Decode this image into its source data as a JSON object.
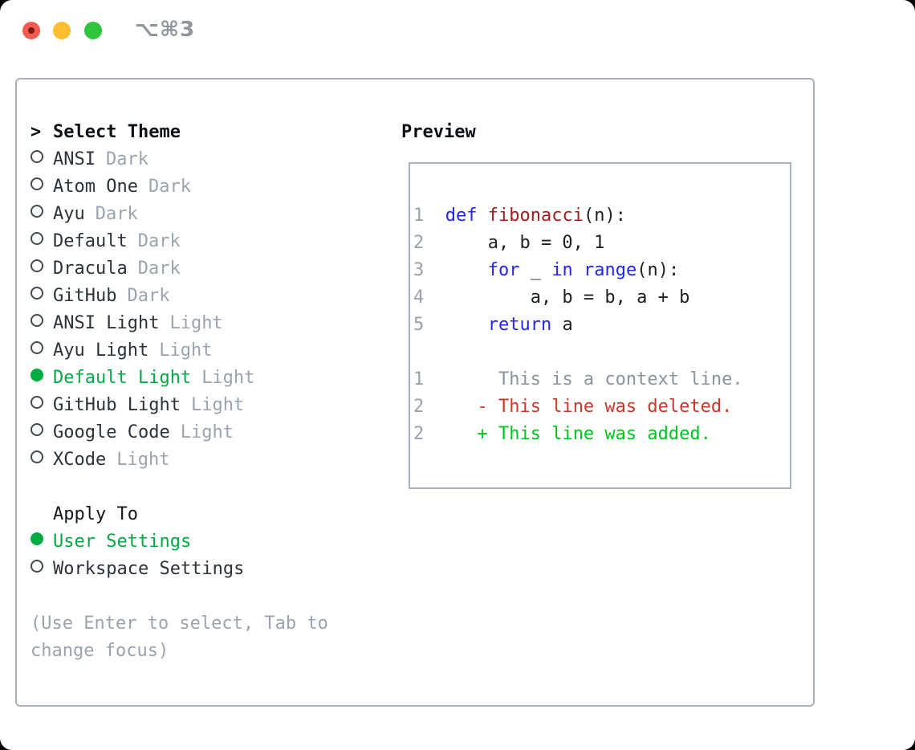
{
  "window": {
    "title": "⌥⌘3"
  },
  "theme_list": {
    "cursor": ">",
    "header": "Select Theme",
    "items": [
      {
        "name": "ANSI",
        "tag": "Dark",
        "selected": false
      },
      {
        "name": "Atom One",
        "tag": "Dark",
        "selected": false
      },
      {
        "name": "Ayu",
        "tag": "Dark",
        "selected": false
      },
      {
        "name": "Default",
        "tag": "Dark",
        "selected": false
      },
      {
        "name": "Dracula",
        "tag": "Dark",
        "selected": false
      },
      {
        "name": "GitHub",
        "tag": "Dark",
        "selected": false
      },
      {
        "name": "ANSI Light",
        "tag": "Light",
        "selected": false
      },
      {
        "name": "Ayu Light",
        "tag": "Light",
        "selected": false
      },
      {
        "name": "Default Light",
        "tag": "Light",
        "selected": true
      },
      {
        "name": "GitHub Light",
        "tag": "Light",
        "selected": false
      },
      {
        "name": "Google Code",
        "tag": "Light",
        "selected": false
      },
      {
        "name": "XCode",
        "tag": "Light",
        "selected": false
      }
    ]
  },
  "apply_to": {
    "header": "Apply To",
    "options": [
      {
        "label": "User Settings",
        "selected": true
      },
      {
        "label": "Workspace Settings",
        "selected": false
      }
    ]
  },
  "hint": "(Use Enter to select, Tab to change focus)",
  "preview": {
    "header": "Preview",
    "lines": [
      {
        "segments": [
          [
            "num",
            "1"
          ],
          [
            "plain",
            "  "
          ],
          [
            "kw",
            "def"
          ],
          [
            "plain",
            " "
          ],
          [
            "fn",
            "fibonacci"
          ],
          [
            "plain",
            "(n):"
          ]
        ]
      },
      {
        "segments": [
          [
            "num",
            "2"
          ],
          [
            "plain",
            "      a, b = 0, 1"
          ]
        ]
      },
      {
        "segments": [
          [
            "num",
            "3"
          ],
          [
            "plain",
            "      "
          ],
          [
            "kw",
            "for"
          ],
          [
            "plain",
            " _ "
          ],
          [
            "kw",
            "in"
          ],
          [
            "plain",
            " "
          ],
          [
            "kw",
            "range"
          ],
          [
            "plain",
            "(n):"
          ]
        ]
      },
      {
        "segments": [
          [
            "num",
            "4"
          ],
          [
            "plain",
            "          a, b = b, a + b"
          ]
        ]
      },
      {
        "segments": [
          [
            "num",
            "5"
          ],
          [
            "plain",
            "      "
          ],
          [
            "kw",
            "return"
          ],
          [
            "plain",
            " a"
          ]
        ]
      },
      {
        "segments": []
      },
      {
        "segments": [
          [
            "num",
            "1"
          ],
          [
            "plain",
            "       "
          ],
          [
            "ctx",
            "This is a context line."
          ]
        ]
      },
      {
        "segments": [
          [
            "num",
            "2"
          ],
          [
            "plain",
            "     "
          ],
          [
            "del",
            "- This line was deleted."
          ]
        ]
      },
      {
        "segments": [
          [
            "num",
            "2"
          ],
          [
            "plain",
            "     "
          ],
          [
            "add",
            "+ This line was added."
          ]
        ]
      }
    ]
  },
  "colors": {
    "accent_green": "#00ab41",
    "diff_added": "#00c31e",
    "diff_deleted": "#cb3728",
    "keyword_blue": "#2125f0",
    "function_red": "#a51c1c",
    "muted_gray": "#9aa4b0",
    "text_dark": "#23282e",
    "context_gray": "#8a939e",
    "line_number_gray": "#98a2ad",
    "panel_border": "#a9b1bb",
    "titlebar_red": "#f25a52",
    "titlebar_red_dot": "#7c1a13",
    "titlebar_yellow": "#fcbd2e",
    "titlebar_green": "#2ec53a",
    "title_gray": "#8e959c"
  }
}
